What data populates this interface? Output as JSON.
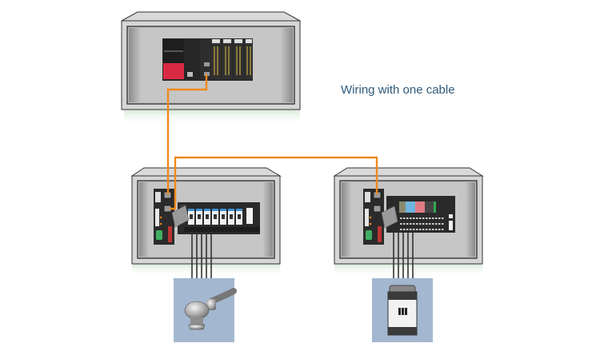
{
  "caption": "Wiring with one cable",
  "colors": {
    "cable": "#f08a1c",
    "cabinet_fill": "#d6d6d6",
    "cabinet_inner": "#bdbdbd",
    "device_panel": "#a3b7d0",
    "plc_red": "#d92a44",
    "caption_text": "#2f5a7a"
  },
  "components": {
    "master_cabinet": "PLC cabinet",
    "remote_cabinet_left": "Remote I/O cabinet (output modules)",
    "remote_cabinet_right": "Remote I/O cabinet (terminal module)",
    "device_left": "proximity sensor connector",
    "device_right": "contactor / relay"
  }
}
